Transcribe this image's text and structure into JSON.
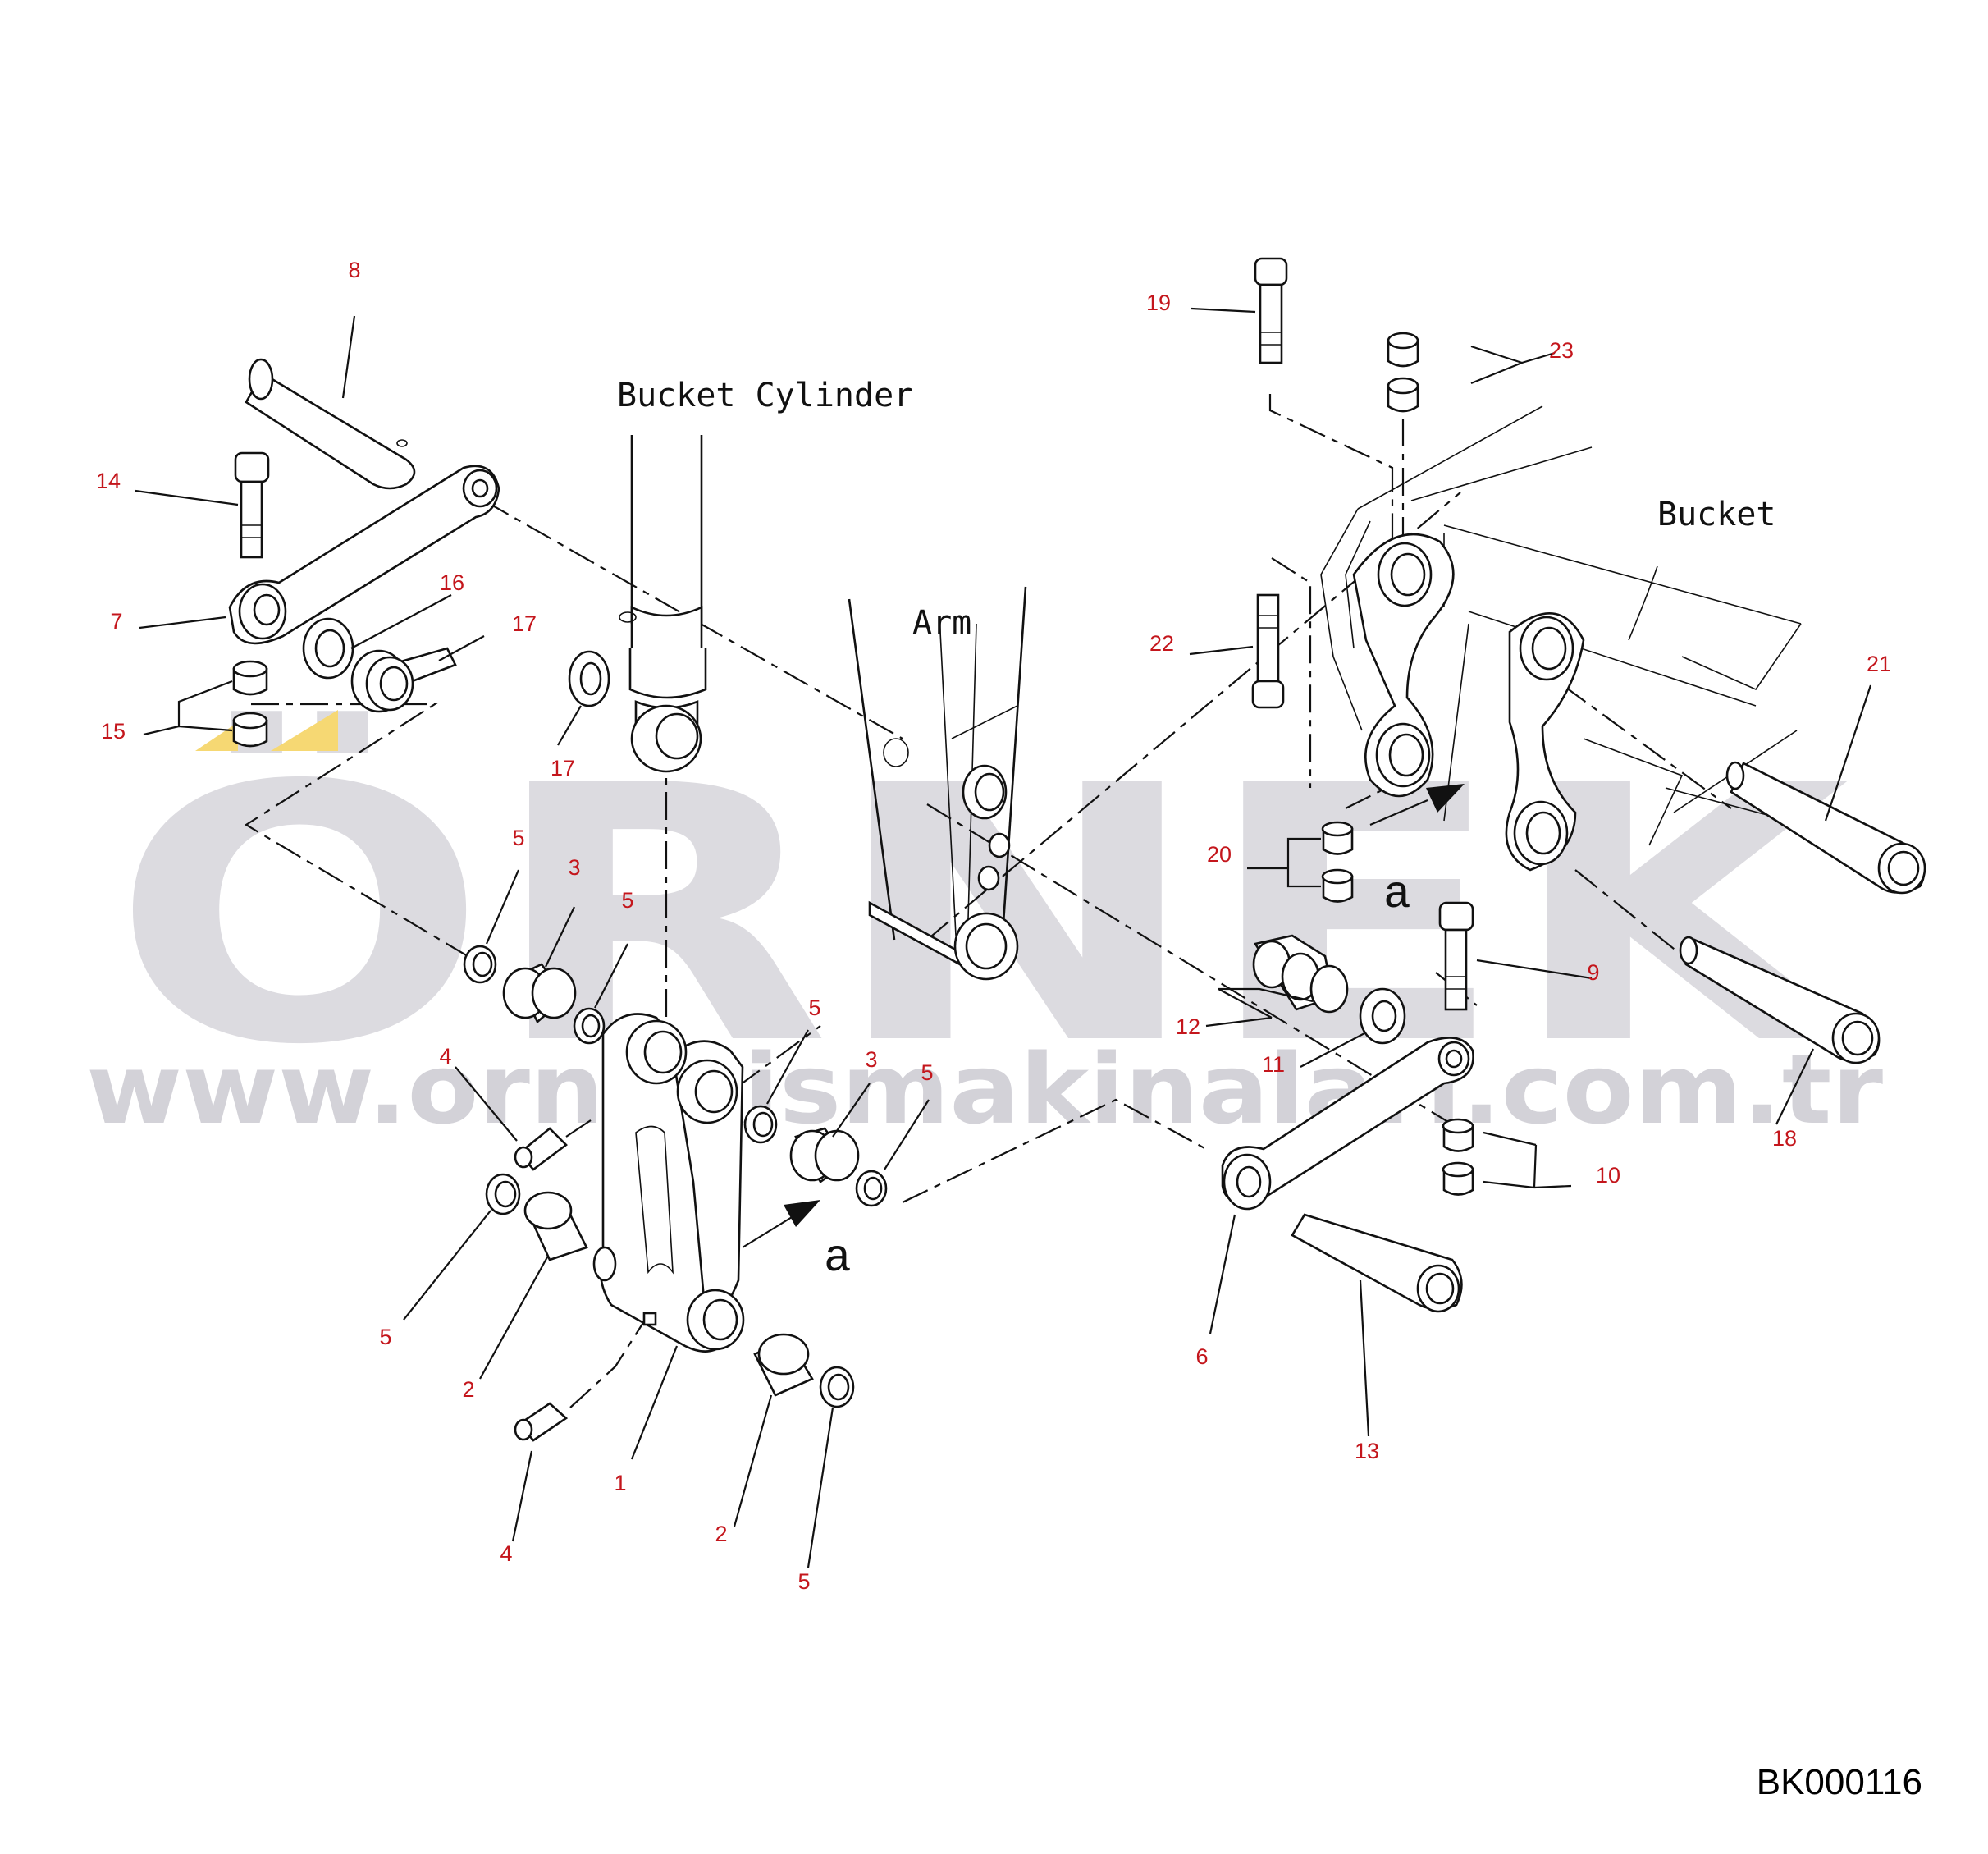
{
  "watermark": {
    "brand": "ÖRNEK",
    "url": "www.ornekismakinalari.com.tr"
  },
  "labels": {
    "bucket_cylinder": "Bucket Cylinder",
    "arm": "Arm",
    "bucket": "Bucket",
    "ref_a_left": "a",
    "ref_a_right": "a"
  },
  "drawing_code": "BK000116",
  "callouts": [
    "8",
    "14",
    "7",
    "16",
    "17",
    "15",
    "17",
    "5",
    "3",
    "5",
    "4",
    "5",
    "2",
    "1",
    "4",
    "5",
    "3",
    "5",
    "2",
    "5",
    "19",
    "23",
    "22",
    "21",
    "20",
    "9",
    "12",
    "11",
    "10",
    "6",
    "13",
    "18"
  ],
  "colors": {
    "callout": "#c4161c",
    "line": "#111111",
    "watermark": "#dcdbe0",
    "highlight": "#f6d873"
  }
}
